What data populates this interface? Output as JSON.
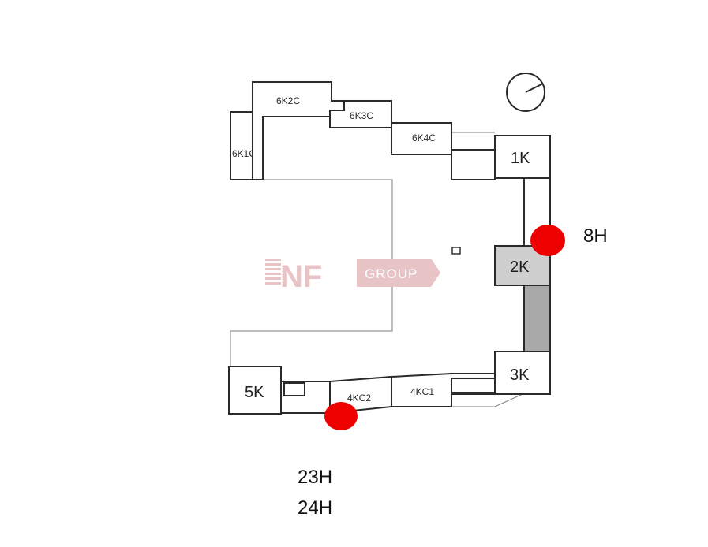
{
  "buildings": {
    "b1": "1K",
    "b2": "2K",
    "b3": "3K",
    "b5": "5K",
    "b4c1": "4KC1",
    "b4c2": "4KC2",
    "b6k1c": "6K1C",
    "b6k2c": "6K2C",
    "b6k3c": "6K3C",
    "b6k4c": "6K4C"
  },
  "markers": {
    "east_time": "8H",
    "south_time_1": "23H",
    "south_time_2": "24H",
    "marker_color": "#ee0000"
  },
  "watermark": {
    "letters": "NF",
    "group": "GROUP",
    "color": "#e8c4c6"
  },
  "colors": {
    "stroke": "#2a2a2a",
    "highlight_2K": "#cfcfcf",
    "connector": "#a9a9a9"
  },
  "icons": [
    "compass-icon"
  ]
}
